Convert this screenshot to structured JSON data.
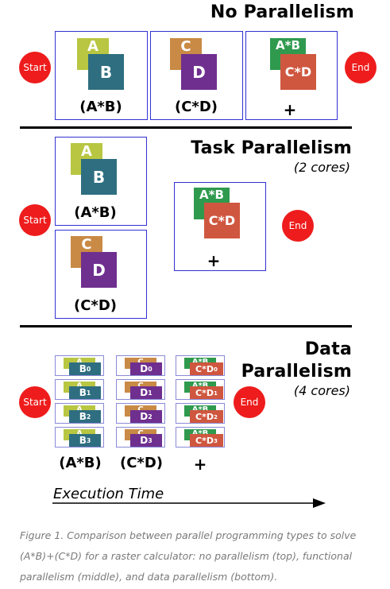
{
  "sections": {
    "no_parallelism": {
      "title": "No Parallelism"
    },
    "task_parallelism": {
      "title": "Task Parallelism",
      "subtitle": "(2 cores)"
    },
    "data_parallelism": {
      "title_line1": "Data",
      "title_line2": "Parallelism",
      "subtitle": "(4 cores)"
    }
  },
  "nodes": {
    "start": "Start",
    "end": "End"
  },
  "blocks": {
    "A": "A",
    "B": "B",
    "C": "C",
    "D": "D",
    "AB": "A*B",
    "CD": "C*D"
  },
  "operations": {
    "ab": "(A*B)",
    "cd": "(C*D)",
    "plus": "+"
  },
  "data_chunks": {
    "b": [
      [
        "B",
        "0"
      ],
      [
        "B",
        "1"
      ],
      [
        "B",
        "2"
      ],
      [
        "B",
        "3"
      ]
    ],
    "d": [
      [
        "D",
        "0"
      ],
      [
        "D",
        "1"
      ],
      [
        "D",
        "2"
      ],
      [
        "D",
        "3"
      ]
    ],
    "cd": [
      [
        "C*D",
        "0"
      ],
      [
        "C*D",
        "1"
      ],
      [
        "C*D",
        "2"
      ],
      [
        "C*D",
        "3"
      ]
    ],
    "ab_top": "A*B",
    "a_top": "A",
    "c_top": "C"
  },
  "axis": {
    "label": "Execution Time"
  },
  "caption": "Figure 1. Comparison between parallel programming types to solve (A*B)+(C*D) for a raster calculator: no parallelism (top), functional parallelism (middle), and data parallelism (bottom).",
  "colors": {
    "A": "#b8c642",
    "B": "#2e6e80",
    "C": "#c98a45",
    "D": "#6f2f8f",
    "AB": "#2f9a4e",
    "CD": "#cf573f",
    "node": "#ee1c1c",
    "box_border": "#3232d2"
  }
}
